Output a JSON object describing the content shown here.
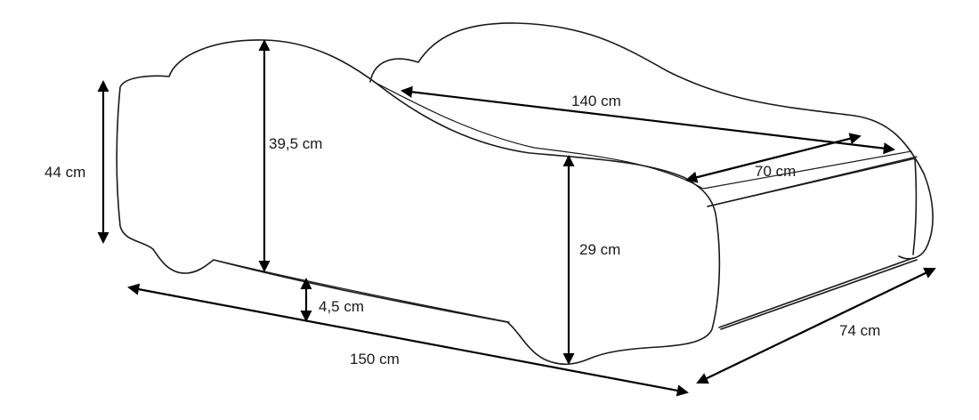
{
  "dimensions": {
    "total_height": "44 cm",
    "side_height": "39,5 cm",
    "inner_length": "140 cm",
    "inner_width": "70 cm",
    "front_height": "29 cm",
    "leg_height": "4,5 cm",
    "total_length": "150 cm",
    "total_width": "74 cm"
  },
  "colors": {
    "outline": "#1a1a1a",
    "arrow": "#000000",
    "background": "#ffffff"
  }
}
